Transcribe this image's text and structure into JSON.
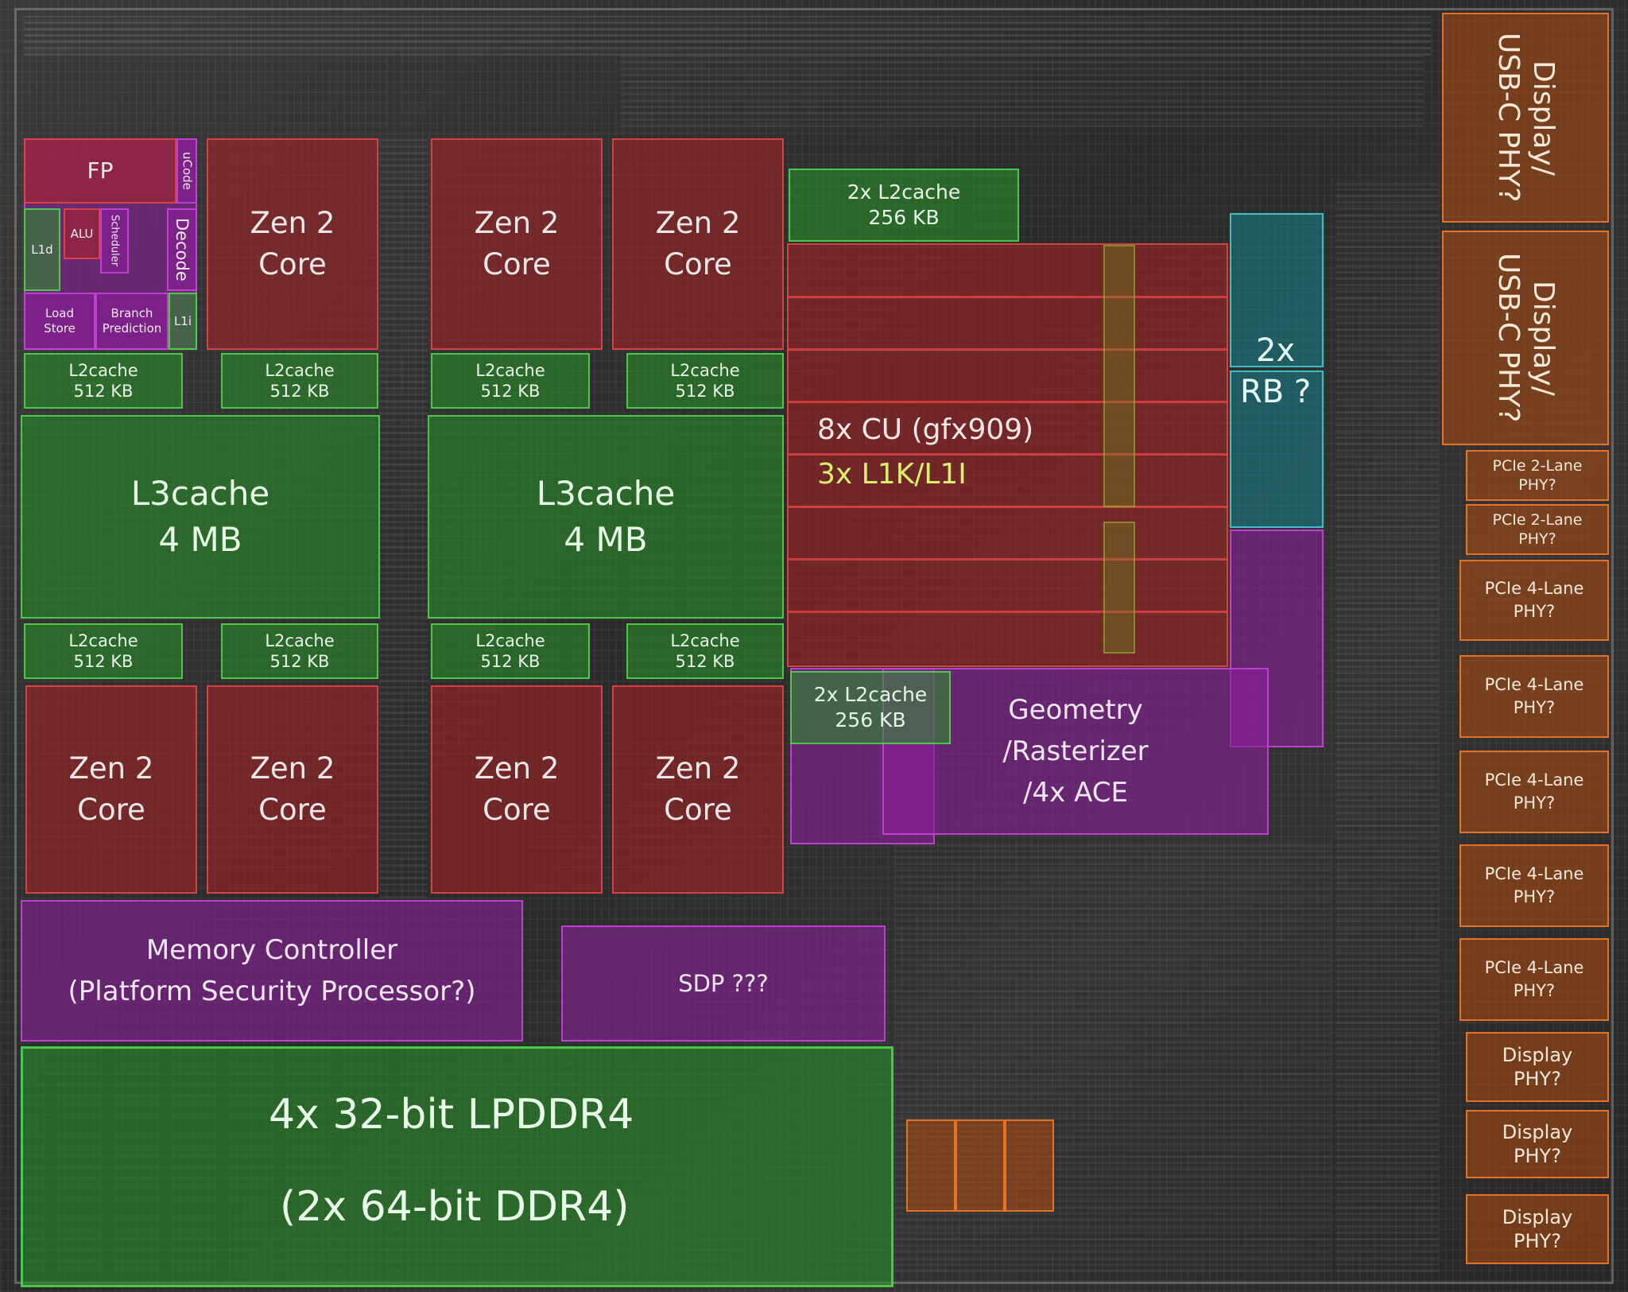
{
  "cpu": {
    "core_label": "Zen 2\nCore",
    "l2_label": "L2cache\n512 KB",
    "l3_label": "L3cache\n4 MB",
    "sub": {
      "fp": "FP",
      "ucode": "uCode",
      "alu": "ALU",
      "scheduler": "Scheduler",
      "decode": "Decode",
      "l1d": "L1d",
      "load_store": "Load\nStore",
      "branch_prediction": "Branch\nPrediction",
      "l1i": "L1i"
    }
  },
  "gpu": {
    "l2_label": "2x L2cache\n256 KB",
    "cu_line1": "8x CU (gfx909)",
    "cu_line2": "3x L1K/L1I",
    "rb_line1": "2x",
    "rb_line2": "RB ?",
    "geometry": "Geometry\n/Rasterizer\n/4x ACE"
  },
  "uncore": {
    "memory_controller": "Memory Controller\n(Platform Security Processor?)",
    "sdp": "SDP ???",
    "lpddr_line1": "4x 32-bit LPDDR4",
    "lpddr_line2": "(2x 64-bit DDR4)"
  },
  "io": {
    "usb_c_1": "Display/\nUSB-C PHY?",
    "usb_c_2": "Display/\nUSB-C PHY?",
    "pcie2_1": "PCIe 2-Lane\nPHY?",
    "pcie2_2": "PCIe 2-Lane\nPHY?",
    "pcie4_1": "PCIe 4-Lane\nPHY?",
    "pcie4_2": "PCIe 4-Lane\nPHY?",
    "pcie4_3": "PCIe 4-Lane\nPHY?",
    "pcie4_4": "PCIe 4-Lane\nPHY?",
    "pcie4_5": "PCIe 4-Lane\nPHY?",
    "display_1": "Display\nPHY?",
    "display_2": "Display\nPHY?",
    "display_3": "Display\nPHY?"
  },
  "colors": {
    "cpu_core": "#aa2323",
    "cache": "#289628",
    "uncore": "#871e96",
    "phy": "#af4b0f",
    "rb": "#148796"
  }
}
